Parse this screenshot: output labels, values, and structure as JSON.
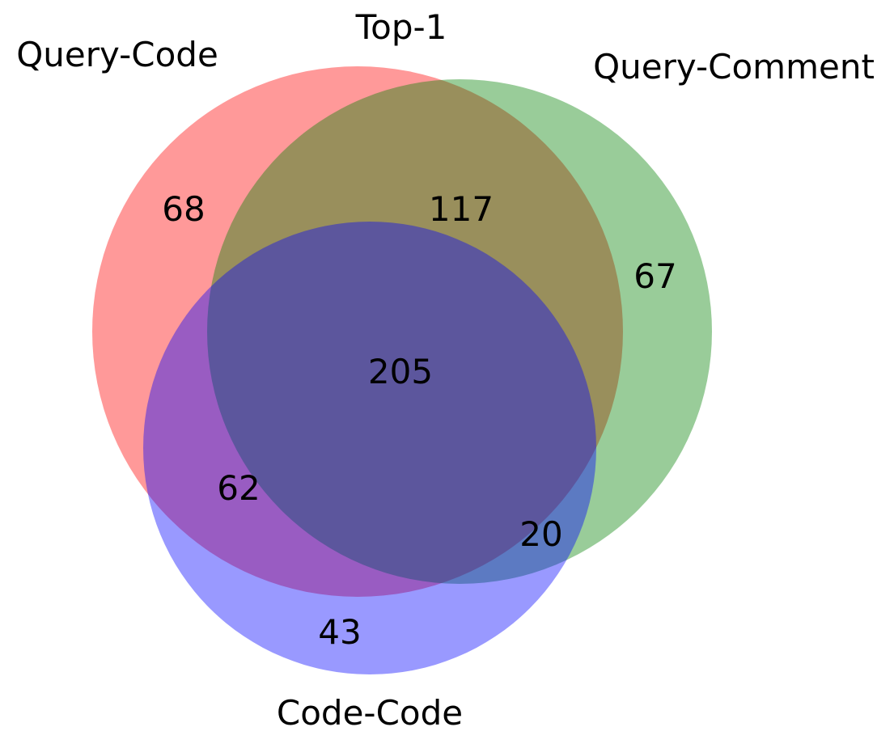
{
  "diagram": {
    "title": "Top-1",
    "sets": [
      {
        "id": "A",
        "label": "Query-Code",
        "color": "#ff0000",
        "opacity": 0.4
      },
      {
        "id": "B",
        "label": "Query-Comment",
        "color": "#008000",
        "opacity": 0.4
      },
      {
        "id": "C",
        "label": "Code-Code",
        "color": "#0000ff",
        "opacity": 0.4
      }
    ],
    "regions": {
      "query_code_only": "68",
      "query_code_and_query_comment": "117",
      "query_comment_only": "67",
      "all_three": "205",
      "query_code_and_code_code": "62",
      "query_comment_and_code_code": "20",
      "code_code_only": "43"
    }
  }
}
